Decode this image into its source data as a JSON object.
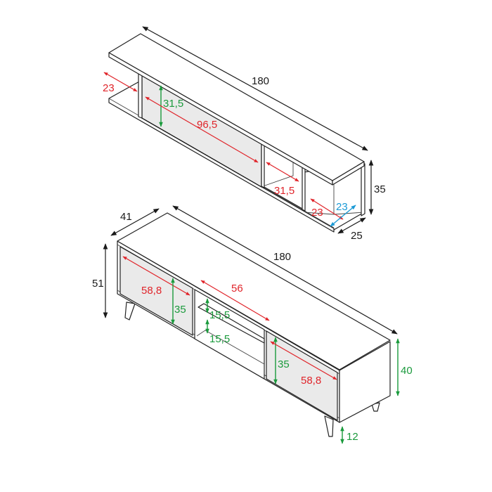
{
  "colors": {
    "outline": "#222222",
    "width_dims": "#e0242a",
    "height_dims": "#1a9a3c",
    "depth_dim": "#1b9ad6",
    "overall_dims": "#1a1a1a"
  },
  "wall_shelf": {
    "overall_width": "180",
    "overall_height": "35",
    "overall_depth": "25",
    "left_open_depth": "23",
    "door_height": "31,5",
    "door_width": "96,5",
    "middle_compartment_width": "31,5",
    "right_compartment_width": "23",
    "right_compartment_depth": "23"
  },
  "tv_unit": {
    "overall_depth": "41",
    "overall_width": "180",
    "overall_height": "51",
    "left_door_width": "58,8",
    "left_door_height": "35",
    "middle_width": "56",
    "upper_shelf_height": "15,5",
    "lower_shelf_height": "15,5",
    "right_door_height": "35",
    "right_door_width": "58,8",
    "body_height": "40",
    "leg_height": "12"
  }
}
